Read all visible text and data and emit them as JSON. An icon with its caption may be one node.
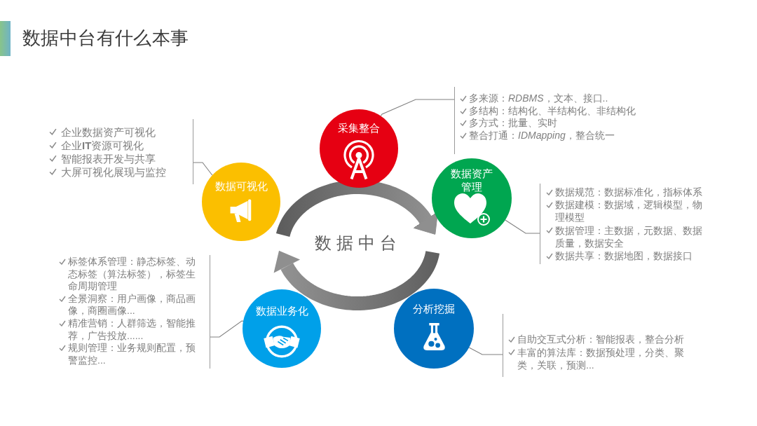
{
  "diagram": {
    "title": "数据中台有什么本事",
    "nodes": [
      {
        "text": [
          "采集整合"
        ]
      },
      {
        "text": [
          "多来源：*RDBMS*，文本、接口..",
          "多结构：结构化、半结构化、非结构化",
          "多方式：批量、实时",
          "整合打通：*IDMapping*，整合统一"
        ]
      },
      {
        "text": [
          "企业数据资产可视化",
          "企业**IT**资源可视化",
          "智能报表开发与共享",
          "大屏可视化展现与监控"
        ]
      },
      {
        "text": [
          "数据可视化"
        ]
      },
      {
        "text": [
          "数据资产管理"
        ]
      },
      {
        "text": [
          "数据规范：数据标准化，指标体系",
          "数据建模：数据域，逻辑模型，物理模型",
          "数据管理：主数据，元数据、数据质量，数据安全",
          "数据共享：数据地图，数据接口"
        ]
      },
      {
        "text": [
          "标签体系管理：静态标签、动态标签（算法标签），标签生命周期管理",
          "全景洞察：用户画像，商品画像，商圈画像...",
          "精准营销：人群筛选，智能推荐，广告投放......",
          "规则管理：业务规则配置，预警监控..."
        ]
      },
      {
        "text": [
          "数据业务化"
        ]
      },
      {
        "text": [
          "分析挖掘"
        ]
      },
      {
        "text": [
          "自助交互式分析：智能报表，整合分析",
          "丰富的算法库：数据预处理，分类、聚类，关联，预测..."
        ]
      }
    ],
    "edges": [
      {
        "from": 0,
        "to": 1,
        "arrow": "none"
      },
      {
        "from": 3,
        "to": 2,
        "arrow": "none"
      },
      {
        "from": 4,
        "to": 5,
        "arrow": "none"
      },
      {
        "from": 7,
        "to": 6,
        "arrow": "none"
      },
      {
        "from": 8,
        "to": 9,
        "arrow": "none"
      },
      {
        "from": 3,
        "to": 4,
        "arrow": "to",
        "style": "thick"
      }
    ],
    "labels": [
      "数据中台"
    ]
  }
}
